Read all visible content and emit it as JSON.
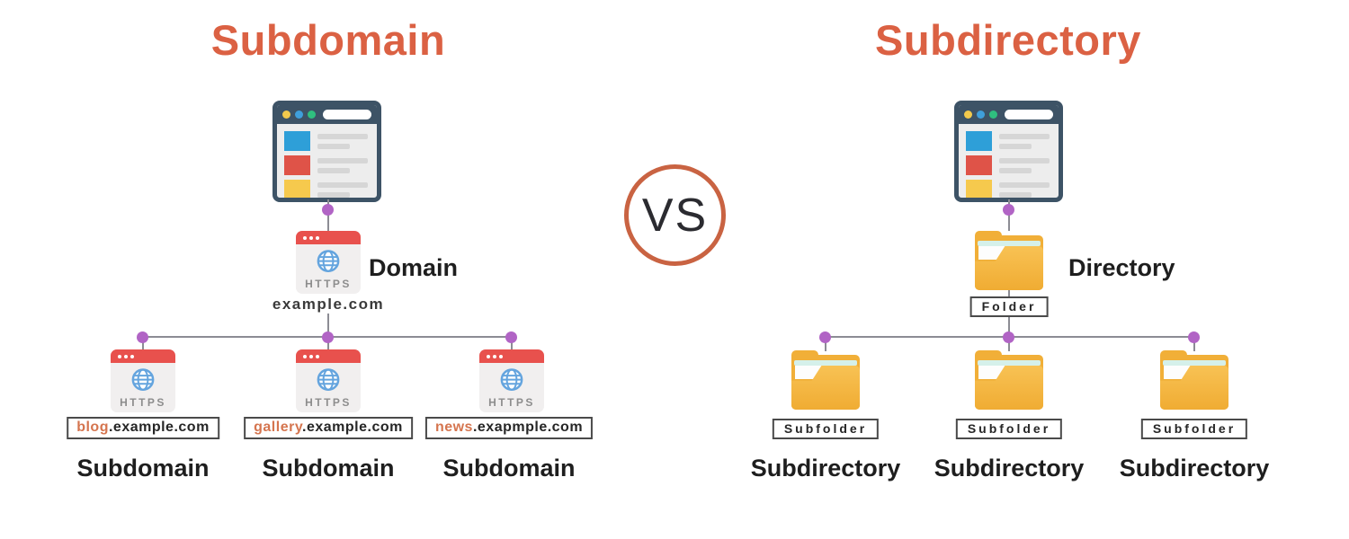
{
  "left": {
    "title": "Subdomain",
    "root": {
      "label": "Domain",
      "caption": "example.com",
      "icon_text": "HTTPS"
    },
    "children": [
      {
        "domain_prefix": "blog",
        "domain_rest": ".example.com",
        "caption": "Subdomain",
        "icon_text": "HTTPS"
      },
      {
        "domain_prefix": "gallery",
        "domain_rest": ".example.com",
        "caption": "Subdomain",
        "icon_text": "HTTPS"
      },
      {
        "domain_prefix": "news",
        "domain_rest": ".exapmple.com",
        "caption": "Subdomain",
        "icon_text": "HTTPS"
      }
    ]
  },
  "center": {
    "vs": "VS"
  },
  "right": {
    "title": "Subdirectory",
    "root": {
      "label": "Directory",
      "box": "Folder"
    },
    "children": [
      {
        "box": "Subfolder",
        "caption": "Subdirectory"
      },
      {
        "box": "Subfolder",
        "caption": "Subdirectory"
      },
      {
        "box": "Subfolder",
        "caption": "Subdirectory"
      }
    ]
  },
  "colors": {
    "title_orange": "#DB6143",
    "vs_ring_orange": "#C96342",
    "connector_purple": "#B164C5",
    "connector_gray": "#8C8C94",
    "domain_prefix_orange": "#D5754F",
    "browser_frame": "#3D5366",
    "https_bar_red": "#E8514D",
    "folder_yellow": "#F1AF38"
  }
}
